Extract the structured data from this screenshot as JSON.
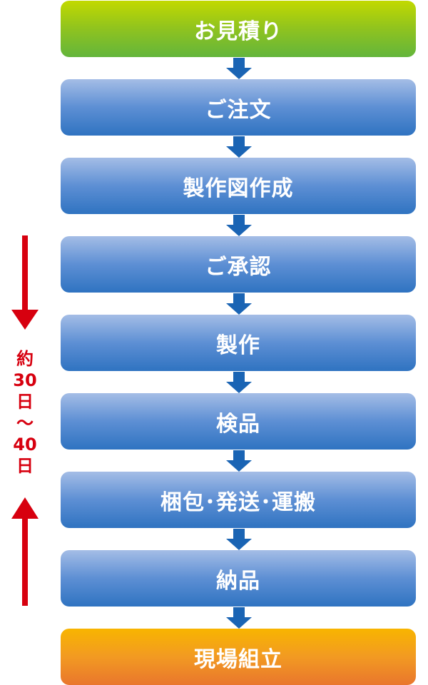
{
  "steps": [
    {
      "label": "お見積り",
      "style": "green"
    },
    {
      "label": "ご注文",
      "style": "blue"
    },
    {
      "label": "製作図作成",
      "style": "blue"
    },
    {
      "label": "ご承認",
      "style": "blue"
    },
    {
      "label": "製作",
      "style": "blue"
    },
    {
      "label": "検品",
      "style": "blue"
    },
    {
      "label": "梱包･発送･運搬",
      "style": "blue"
    },
    {
      "label": "納品",
      "style": "blue"
    },
    {
      "label": "現場組立",
      "style": "orange"
    }
  ],
  "duration": {
    "lines": [
      "約",
      "30",
      "日",
      "〜",
      "40",
      "日"
    ]
  },
  "colors": {
    "connector_arrow": "#1a64b4",
    "duration_accent": "#d7000f"
  },
  "icons": {
    "connector": "arrow-down-icon",
    "duration_start": "arrow-down-icon",
    "duration_end": "arrow-up-icon"
  }
}
